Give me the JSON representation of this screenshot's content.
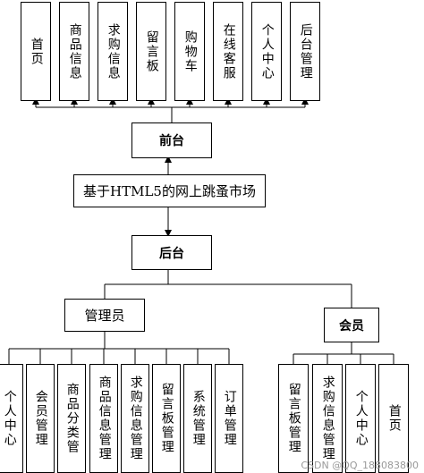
{
  "front": {
    "title": "前台",
    "items": [
      "首页",
      "商品信息",
      "求购信息",
      "留言板",
      "购物车",
      "在线客服",
      "个人中心",
      "后台管理"
    ]
  },
  "system": {
    "title": "基于HTML5的网上跳蚤市场"
  },
  "back": {
    "title": "后台"
  },
  "admin": {
    "title": "管理员",
    "items": [
      "个人中心",
      "会员管理",
      "商品分类管",
      "商品信息管理",
      "求购信息管理",
      "留言板管理",
      "系统管理",
      "订单管理"
    ]
  },
  "member": {
    "title": "会员",
    "items": [
      "留言板管理",
      "求购信息管理",
      "个人中心",
      "首页"
    ]
  },
  "watermark": "CSDN @QQ_188083800"
}
